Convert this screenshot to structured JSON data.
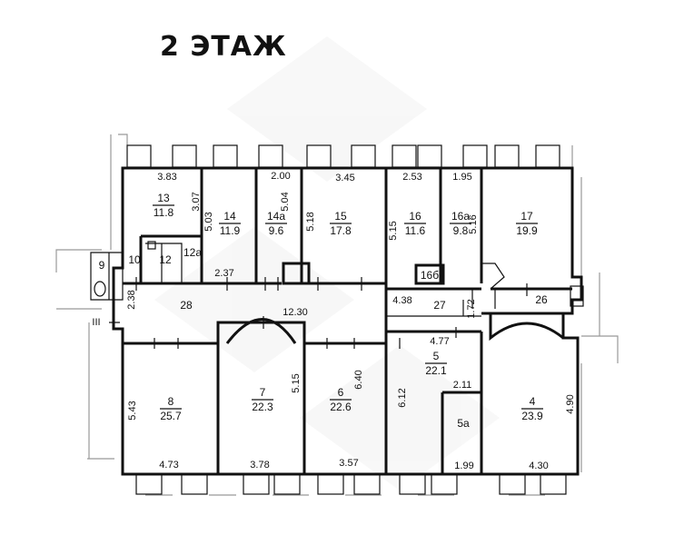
{
  "title": "2 ЭТАЖ",
  "rooms": [
    {
      "id": "13",
      "number": "13",
      "area": "11.8"
    },
    {
      "id": "14",
      "number": "14",
      "area": "11.9"
    },
    {
      "id": "14a",
      "number": "14а",
      "area": "9.6"
    },
    {
      "id": "15",
      "number": "15",
      "area": "17.8"
    },
    {
      "id": "16",
      "number": "16",
      "area": "11.6"
    },
    {
      "id": "16a",
      "number": "16а",
      "area": "9.8"
    },
    {
      "id": "17",
      "number": "17",
      "area": "19.9"
    },
    {
      "id": "10",
      "number": "10",
      "area": ""
    },
    {
      "id": "12",
      "number": "12",
      "area": ""
    },
    {
      "id": "12a",
      "number": "12а",
      "area": ""
    },
    {
      "id": "9",
      "number": "9",
      "area": ""
    },
    {
      "id": "16b",
      "number": "16б",
      "area": ""
    },
    {
      "id": "28",
      "number": "28",
      "area": ""
    },
    {
      "id": "27",
      "number": "27",
      "area": ""
    },
    {
      "id": "26",
      "number": "26",
      "area": ""
    },
    {
      "id": "8",
      "number": "8",
      "area": "25.7"
    },
    {
      "id": "7",
      "number": "7",
      "area": "22.3"
    },
    {
      "id": "6",
      "number": "6",
      "area": "22.6"
    },
    {
      "id": "5",
      "number": "5",
      "area": "22.1"
    },
    {
      "id": "5a",
      "number": "5а",
      "area": ""
    },
    {
      "id": "4",
      "number": "4",
      "area": "23.9"
    },
    {
      "id": "stair",
      "number": "III",
      "area": ""
    }
  ],
  "dimensions": [
    "3.83",
    "3.07",
    "5.03",
    "2.00",
    "5.04",
    "3.45",
    "5.18",
    "2.53",
    "5.15",
    "1.95",
    "5.16",
    "2.37",
    "2.38",
    "12.30",
    "4.38",
    "1.72",
    "4.77",
    "2.11",
    "5.43",
    "5.15",
    "6.40",
    "6.12",
    "4.90",
    "4.73",
    "3.78",
    "3.57",
    "1.99",
    "4.30"
  ]
}
